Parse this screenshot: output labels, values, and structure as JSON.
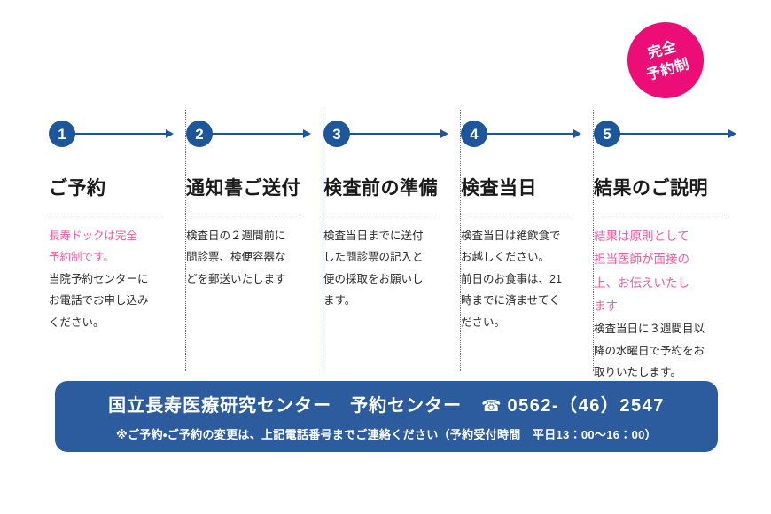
{
  "badge": {
    "line1": "完全",
    "line2": "予約制",
    "color": "#ec0d77"
  },
  "colors": {
    "step_blue": "#1d5699",
    "banner_blue": "#2d5c9e",
    "pink_text": "#ef5aa0",
    "badge_pink": "#ec0d77",
    "divider_blue": "#4f6fa8",
    "dotted_gray": "#9a9a9a"
  },
  "steps": [
    {
      "number": "1",
      "heading": "ご予約",
      "lines": [
        {
          "text": "長寿ドックは完全",
          "color": "pink"
        },
        {
          "text": "予約制です。",
          "color": "pink"
        },
        {
          "text": "当院予約センターに",
          "color": "black"
        },
        {
          "text": "お電話でお申し込み",
          "color": "black"
        },
        {
          "text": "ください。",
          "color": "black"
        }
      ]
    },
    {
      "number": "2",
      "heading": "通知書ご送付",
      "lines": [
        {
          "text": "検査日の２週間前に",
          "color": "black"
        },
        {
          "text": "問診票、検便容器な",
          "color": "black"
        },
        {
          "text": "どを郵送いたします",
          "color": "black"
        }
      ]
    },
    {
      "number": "3",
      "heading": "検査前の準備",
      "lines": [
        {
          "text": "検査当日までに送付",
          "color": "black"
        },
        {
          "text": "した問診票の記入と",
          "color": "black"
        },
        {
          "text": "便の採取をお願いし",
          "color": "black"
        },
        {
          "text": "ます。",
          "color": "black"
        }
      ]
    },
    {
      "number": "4",
      "heading": "検査当日",
      "lines": [
        {
          "text": "検査当日は絶飲食で",
          "color": "black"
        },
        {
          "text": "お越しください。",
          "color": "black"
        },
        {
          "text": "前日のお食事は、21",
          "color": "black"
        },
        {
          "text": "時までに済ませてく",
          "color": "black"
        },
        {
          "text": "ださい。",
          "color": "black"
        }
      ]
    },
    {
      "number": "5",
      "heading": "結果のご説明",
      "lines": [
        {
          "text": "結果は原則として",
          "color": "pink"
        },
        {
          "text": "担当医師が面接の",
          "color": "pink"
        },
        {
          "text": "上、お伝えいたし",
          "color": "pink"
        },
        {
          "text": "ます",
          "color": "pink"
        },
        {
          "text": "検査当日に３週間目以",
          "color": "black"
        },
        {
          "text": "降の水曜日で予約をお",
          "color": "black"
        },
        {
          "text": "取りいたします。",
          "color": "black"
        }
      ]
    }
  ],
  "banner": {
    "organization": "国立長寿医療研究センター　予約センター",
    "tel_icon": "☎",
    "phone": "0562-（46）2547",
    "note": "※ご予約・ご予約の変更は、上記電話番号までご連絡ください（予約受付時間　平日13：00〜16：00）"
  }
}
